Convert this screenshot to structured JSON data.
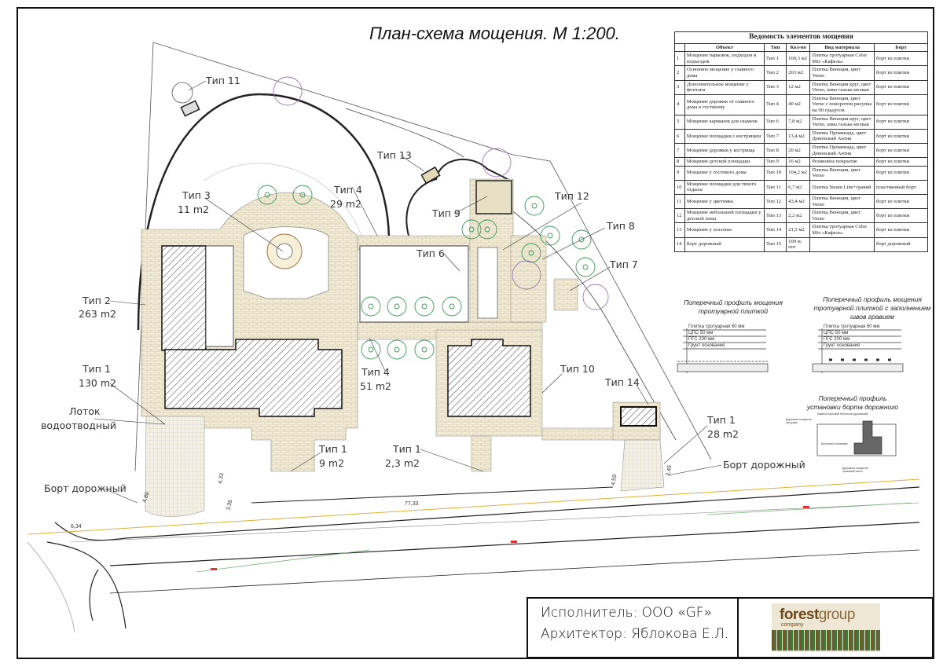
{
  "title": "План-схема мощения. М 1:200.",
  "plan_labels": {
    "t11": "Тип 11",
    "t13": "Тип 13",
    "t3": "Тип 3",
    "t3_area": "11 m2",
    "t4a": "Тип 4",
    "t4a_area": "29 m2",
    "t12": "Тип 12",
    "t9": "Тип 9",
    "t8": "Тип 8",
    "t6": "Тип 6",
    "t7": "Тип 7",
    "t2": "Тип 2",
    "t2_area": "263 m2",
    "t4b": "Тип 4",
    "t4b_area": "51 m2",
    "t10": "Тип 10",
    "t1a": "Тип 1",
    "t1a_area": "130 m2",
    "lotok1": "Лоток",
    "lotok2": "водоотводный",
    "t14": "Тип 14",
    "t1b": "Тип 1",
    "t1b_area": "28 m2",
    "t1c": "Тип 1",
    "t1c_area": "9 m2",
    "t1d": "Тип 1",
    "t1d_area": "2,3 m2",
    "bort1": "Борт дорожный",
    "bort2": "Борт дорожный"
  },
  "dimensions": [
    "77,33",
    "6,34",
    "4,89",
    "4,33",
    "3,35",
    "4,59",
    "2,45"
  ],
  "table": {
    "caption": "Ведомость элементов мощения",
    "headers": [
      "",
      "Объект",
      "Тип",
      "Кол-во",
      "Вид материала",
      "Борт"
    ],
    "rows": [
      [
        "1",
        "Мощение парковок, подходов и подъездов",
        "Тип 1",
        "169,3 м2",
        "Плитка тротуарная Color Mix «Кафель»",
        "борт из плитки"
      ],
      [
        "2",
        "Основное мощение у главного дома",
        "Тип 2",
        "263 м2",
        "Плитка Венеция, цвет Verno",
        "борт из плитки"
      ],
      [
        "3",
        "Дополнительное мощение у фонтана",
        "Тип 3",
        "12 м2",
        "Плитка Венеция круг, цвет Verno, швы галька мелкая",
        "борт из плитки"
      ],
      [
        "4",
        "Мощение дорожек от главного дома к гостевому",
        "Тип 4",
        "40 м2",
        "Плитка Венеция, цвет Verno с поворотом рисунка на 90 градусов",
        "борт из плитки"
      ],
      [
        "5",
        "Мощение карманов для скамеек",
        "Тип 6",
        "7,8 м2",
        "Плитка Венеция круг, цвет Verno, швы галька мелкая",
        "борт из плитки"
      ],
      [
        "6",
        "Мощение площадки с кострищем",
        "Тип 7",
        "13,4 м2",
        "Плитка Променада, цвет Девонский Антик",
        "борт из плитки"
      ],
      [
        "7",
        "Мощение дорожки у кострища",
        "Тип 8",
        "20 м2",
        "Плитка Променада, цвет Девонский Антик",
        "борт из плитки"
      ],
      [
        "8",
        "Мощение детской площадки",
        "Тип 9",
        "16 м2",
        "Резиновое покрытие",
        "борт из плитки"
      ],
      [
        "9",
        "Мощение у гостевого дома",
        "Тип 10",
        "104,2 м2",
        "Плитка Венеция, цвет Verno",
        "борт из плитки"
      ],
      [
        "10",
        "Мощение площадки для тихого отдыха",
        "Тип 11",
        "6,7 м2",
        "Плитка Steam Line+гравий",
        "пластиковый борт"
      ],
      [
        "11",
        "Мощение у цветника",
        "Тип 12",
        "43,4 м2",
        "Плитка Венеция, цвет Verno",
        "борт из плитки"
      ],
      [
        "12",
        "Мощение небольшой площадки у детской зоны",
        "Тип 13",
        "2,2 м2",
        "Плитка Венеция, цвет Verno",
        "борт из плитки"
      ],
      [
        "13",
        "Мощение у хозлоны",
        "Тип 14",
        "21,5 м2",
        "Плитка тротуарная Color Mix «Кафель»",
        "борт из плитки"
      ],
      [
        "14",
        "Борт дорожный",
        "Тип 15",
        "109 м. пог",
        "",
        "борт дорожный"
      ]
    ]
  },
  "profiles": {
    "p1_title": "Поперечный профиль мощения тротуарной плиткой",
    "p2_title": "Поперечный профиль мощения тротуарной плиткой с заполнением швов гравием",
    "p3_title": "Поперечный профиль установки борта дорожного",
    "layers": [
      "Плитка тротуарная 60 мм",
      "ЦПС 50 мм",
      "ПГС 200 мм",
      "Грунт основания"
    ],
    "p3_notes": [
      "Камень бортовой бетонный (дорожный)",
      "Дорожное покрытие тротуара",
      "Бетонное основание",
      "Дорожное покрытие проезжей части"
    ]
  },
  "title_block": {
    "executor": "Исполнитель: ООО «GF»",
    "architect": "Архитектор: Яблокова Е.Л.",
    "logo_main": "forest",
    "logo_main2": "group",
    "logo_sub": "company"
  },
  "colors": {
    "paving": "#f2ecd6",
    "trees": "#3f9a5a",
    "road_axis": "#d9b13a",
    "frame": "#111111"
  }
}
